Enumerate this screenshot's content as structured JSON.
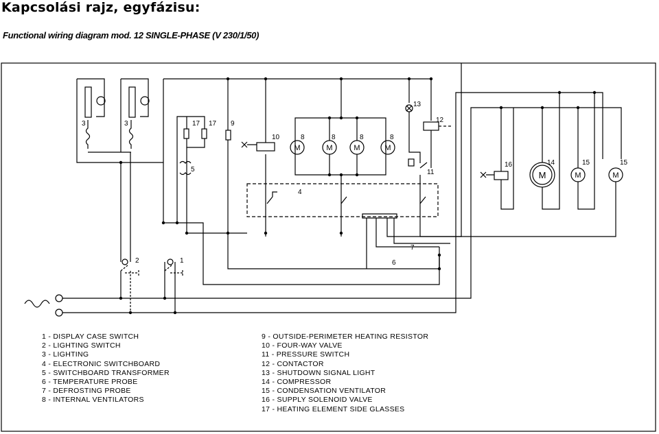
{
  "title": "Kapcsolási rajz, egyfázisu:",
  "subtitle": "Functional wiring diagram mod. 12 SINGLE-PHASE (V 230/1/50)",
  "components": {
    "display_case_switch": "1",
    "lighting_switch": "2",
    "lighting": "3",
    "electronic_switchboard": "4",
    "switchboard_transformer": "5",
    "temperature_probe": "6",
    "defrosting_probe": "7",
    "internal_ventilators": "8",
    "outside_perimeter_heating_resistor": "9",
    "four_way_valve": "10",
    "pressure_switch": "11",
    "contactor": "12",
    "shutdown_signal_light": "13",
    "compressor": "14",
    "condensation_ventilator": "15",
    "supply_solenoid_valve": "16",
    "heating_element_side_glasses": "17",
    "motor_symbol": "M"
  },
  "legend_left": [
    "1 - DISPLAY CASE SWITCH",
    "2 - LIGHTING SWITCH",
    "3 - LIGHTING",
    "4 - ELECTRONIC SWITCHBOARD",
    "5 - SWITCHBOARD TRANSFORMER",
    "6 - TEMPERATURE PROBE",
    "7 - DEFROSTING PROBE",
    "8 - INTERNAL VENTILATORS"
  ],
  "legend_right": [
    "9 - OUTSIDE-PERIMETER HEATING RESISTOR",
    "10 - FOUR-WAY VALVE",
    "11 - PRESSURE SWITCH",
    "12 - CONTACTOR",
    "13 - SHUTDOWN SIGNAL LIGHT",
    "14 - COMPRESSOR",
    "15 - CONDENSATION VENTILATOR",
    "16 - SUPPLY SOLENOID VALVE",
    "17 - HEATING ELEMENT SIDE GLASSES"
  ]
}
